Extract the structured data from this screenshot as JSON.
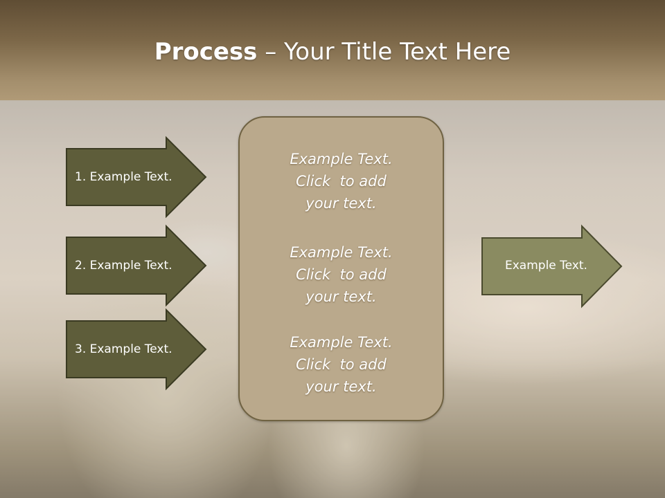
{
  "slide": {
    "title_bold": "Process",
    "title_rest": " – Your Title Text Here"
  },
  "steps": [
    {
      "label": "1. Example Text."
    },
    {
      "label": "2. Example Text."
    },
    {
      "label": "3. Example Text."
    }
  ],
  "panel": {
    "blocks": [
      {
        "lines": [
          "Example Text.",
          "Click  to add",
          "your text."
        ]
      },
      {
        "lines": [
          "Example Text.",
          "Click  to add",
          "your text."
        ]
      },
      {
        "lines": [
          "Example Text.",
          "Click  to add",
          "your text."
        ]
      }
    ]
  },
  "output": {
    "label": "Example Text."
  },
  "colors": {
    "header_brown": "#7c6748",
    "step_arrow_fill": "#5e5d3a",
    "output_arrow_fill": "#8a8b61",
    "panel_fill": "#baa98c",
    "panel_border": "#6f6242"
  }
}
